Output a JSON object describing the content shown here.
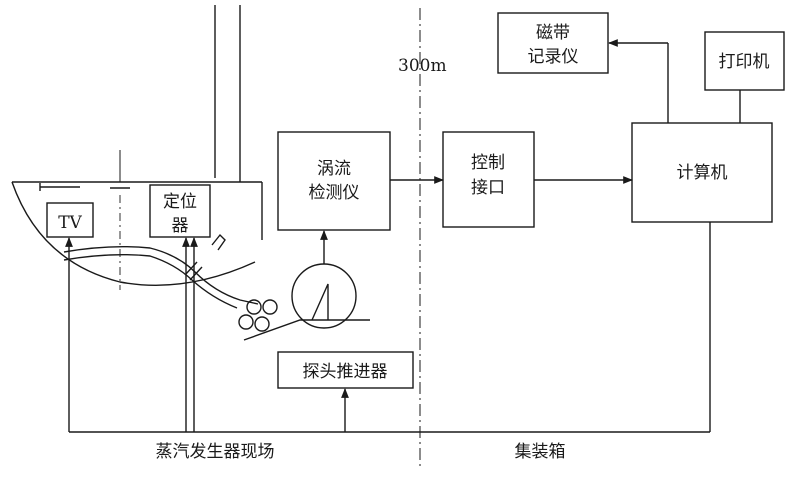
{
  "boxes": {
    "tv": "TV",
    "positioner": [
      "定位",
      "器"
    ],
    "eddy_tester": [
      "涡流",
      "检测仪"
    ],
    "control_interface": [
      "控制",
      "接口"
    ],
    "computer": "计算机",
    "tape_recorder": [
      "磁带",
      "记录仪"
    ],
    "printer": "打印机",
    "probe_pusher": "探头推进器"
  },
  "labels": {
    "distance": "300m",
    "steam_generator_site": "蒸汽发生器现场",
    "container": "集装箱"
  }
}
